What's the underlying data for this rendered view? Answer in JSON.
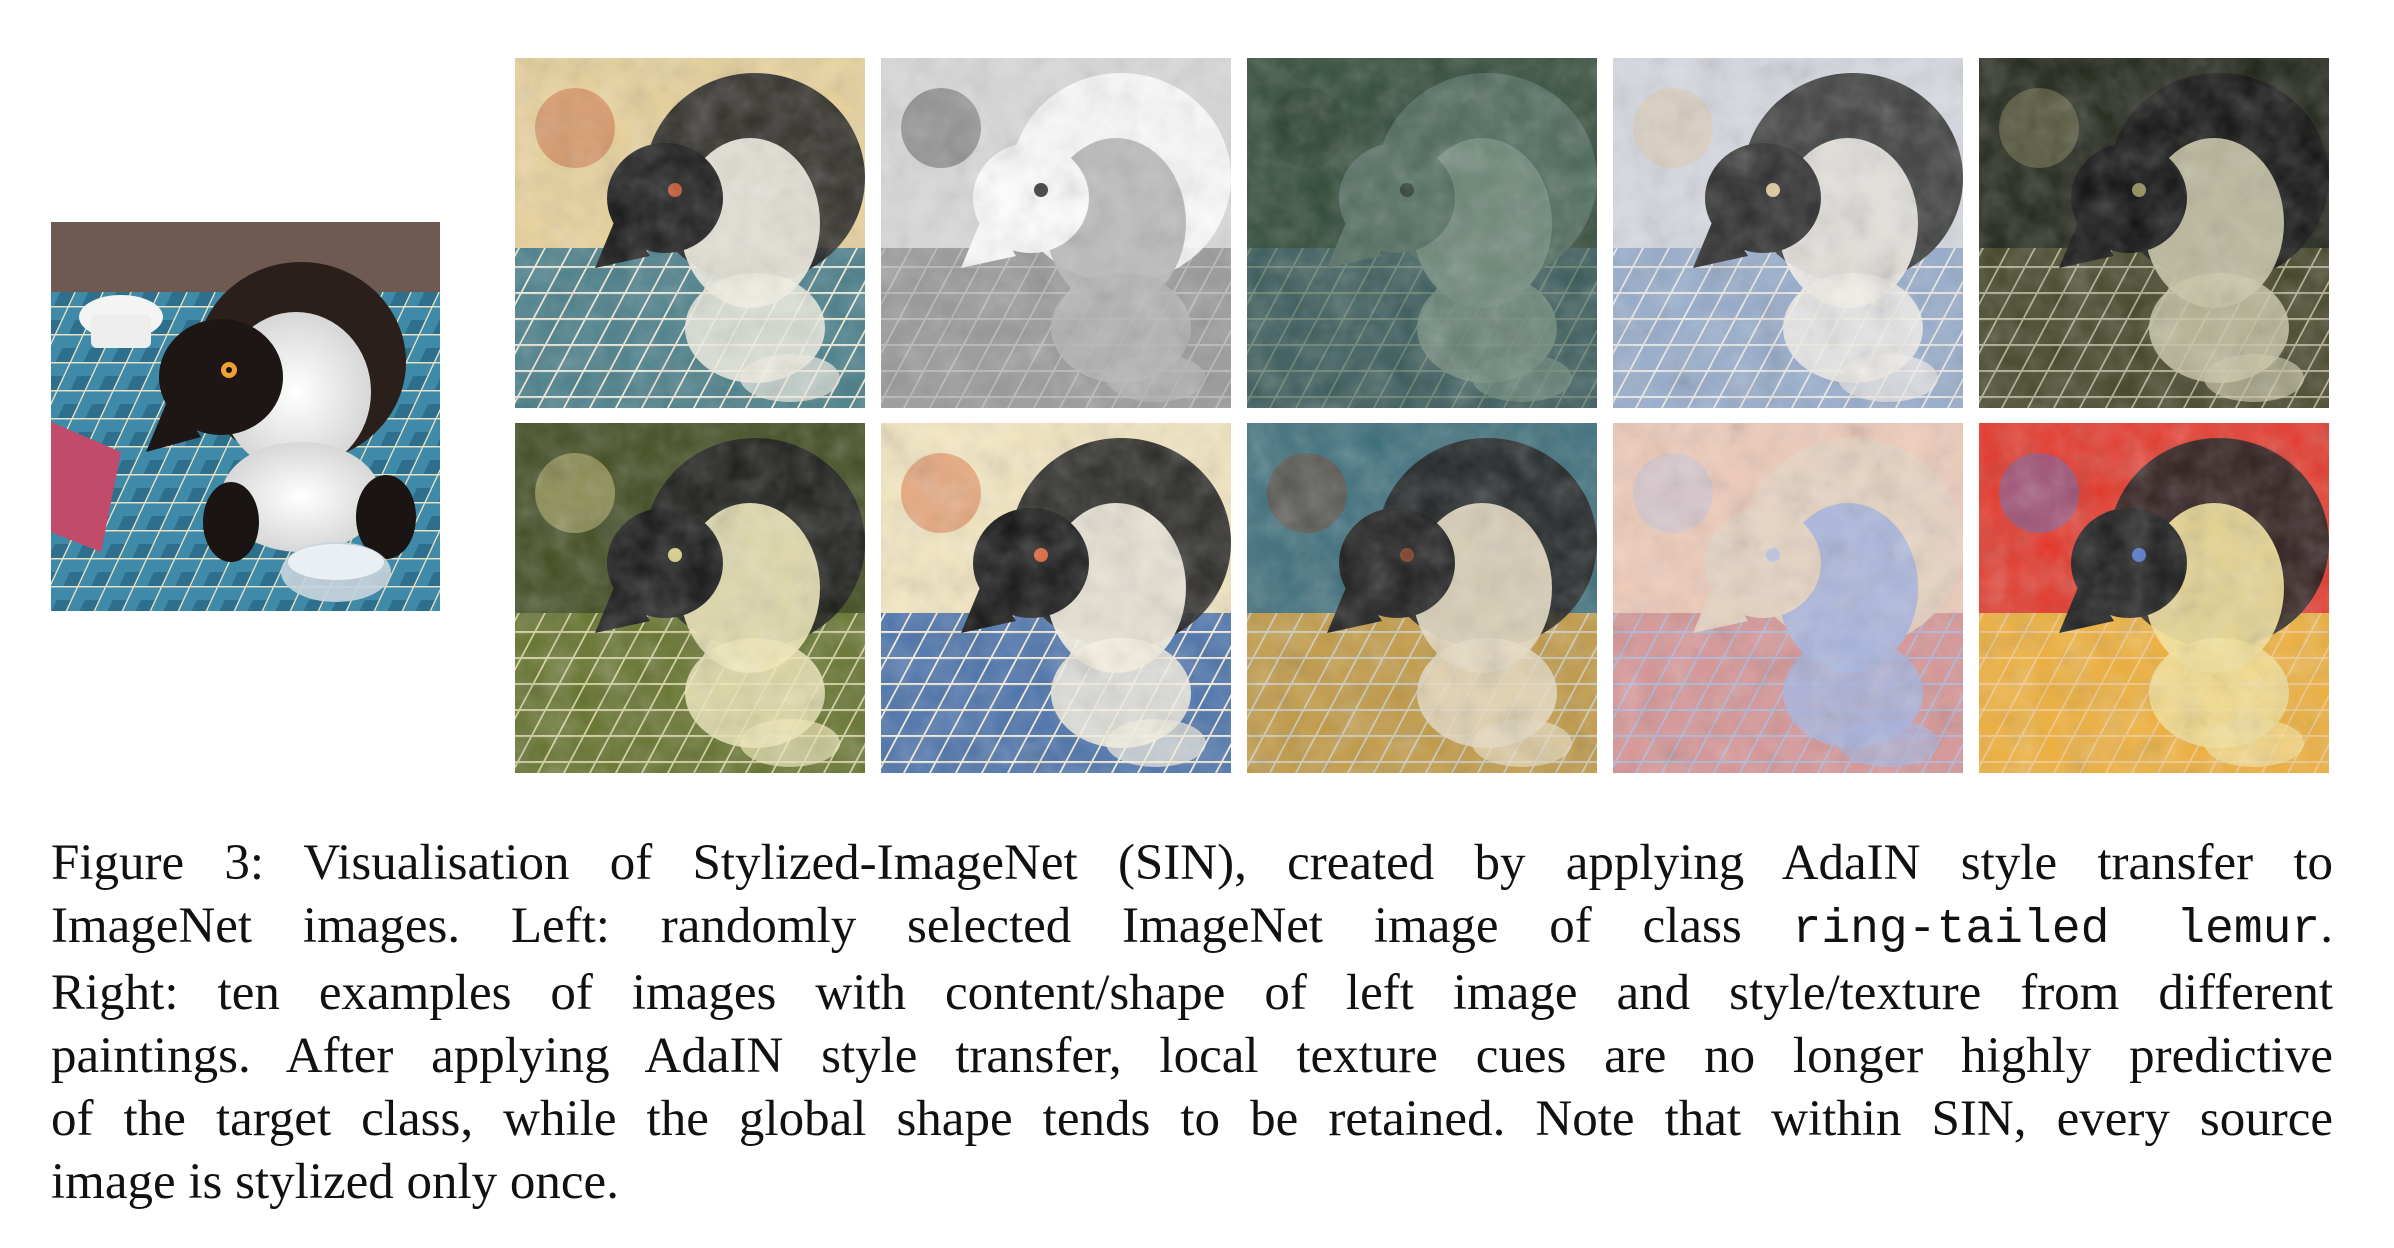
{
  "figure": {
    "source_image": {
      "icon": "lemur-photo-icon"
    },
    "stylized_images": [
      {
        "icon": "stylized-lemur-icon",
        "palette": [
          "#e9d29a",
          "#2a6f86",
          "#c4512c",
          "#1a1a1a",
          "#f3f0e4"
        ]
      },
      {
        "icon": "stylized-lemur-icon",
        "palette": [
          "#d9d9d9",
          "#8e8e8e",
          "#3c3c3c",
          "#ffffff",
          "#b5b5b5"
        ]
      },
      {
        "icon": "stylized-lemur-icon",
        "palette": [
          "#2f4a37",
          "#3b5d60",
          "#25392a",
          "#4f6b5e",
          "#6e8a7a"
        ]
      },
      {
        "icon": "stylized-lemur-icon",
        "palette": [
          "#d7d9e2",
          "#8aa4c8",
          "#e3c8a0",
          "#2b2b2b",
          "#f2eee8"
        ]
      },
      {
        "icon": "stylized-lemur-icon",
        "palette": [
          "#1f2418",
          "#4b4a2a",
          "#8f8c5a",
          "#0e0e0e",
          "#c9c6a6"
        ]
      },
      {
        "icon": "stylized-lemur-icon",
        "palette": [
          "#3f4b1f",
          "#6b7a2e",
          "#e4d789",
          "#161616",
          "#f1e9b9"
        ]
      },
      {
        "icon": "stylized-lemur-icon",
        "palette": [
          "#f4e7c1",
          "#2d5fa8",
          "#d95b2a",
          "#141414",
          "#f8f2e2"
        ]
      },
      {
        "icon": "stylized-lemur-icon",
        "palette": [
          "#3d6f7c",
          "#d9a13a",
          "#7a3a1f",
          "#1b1b1b",
          "#e7dcc2"
        ]
      },
      {
        "icon": "stylized-lemur-icon",
        "palette": [
          "#f0cbb9",
          "#d48b8f",
          "#b9c3e3",
          "#e7d4c2",
          "#a6b4df"
        ]
      },
      {
        "icon": "stylized-lemur-icon",
        "palette": [
          "#e5372a",
          "#f2c53c",
          "#4b6fd1",
          "#1a1a1a",
          "#f5e39a"
        ]
      }
    ]
  },
  "caption": {
    "line1": "Figure 3: Visualisation of Stylized-ImageNet (SIN), created by applying AdaIN style transfer to",
    "line2_pre": "ImageNet images. Left: randomly selected ImageNet image of class ",
    "line2_mono": "ring-tailed lemur",
    "line2_post": ".",
    "line3": "Right: ten examples of images with content/shape of left image and style/texture from different",
    "line4": "paintings. After applying AdaIN style transfer, local texture cues are no longer highly predictive",
    "line5": "of the target class, while the global shape tends to be retained. Note that within SIN, every source",
    "line6": "image is stylized only once."
  }
}
